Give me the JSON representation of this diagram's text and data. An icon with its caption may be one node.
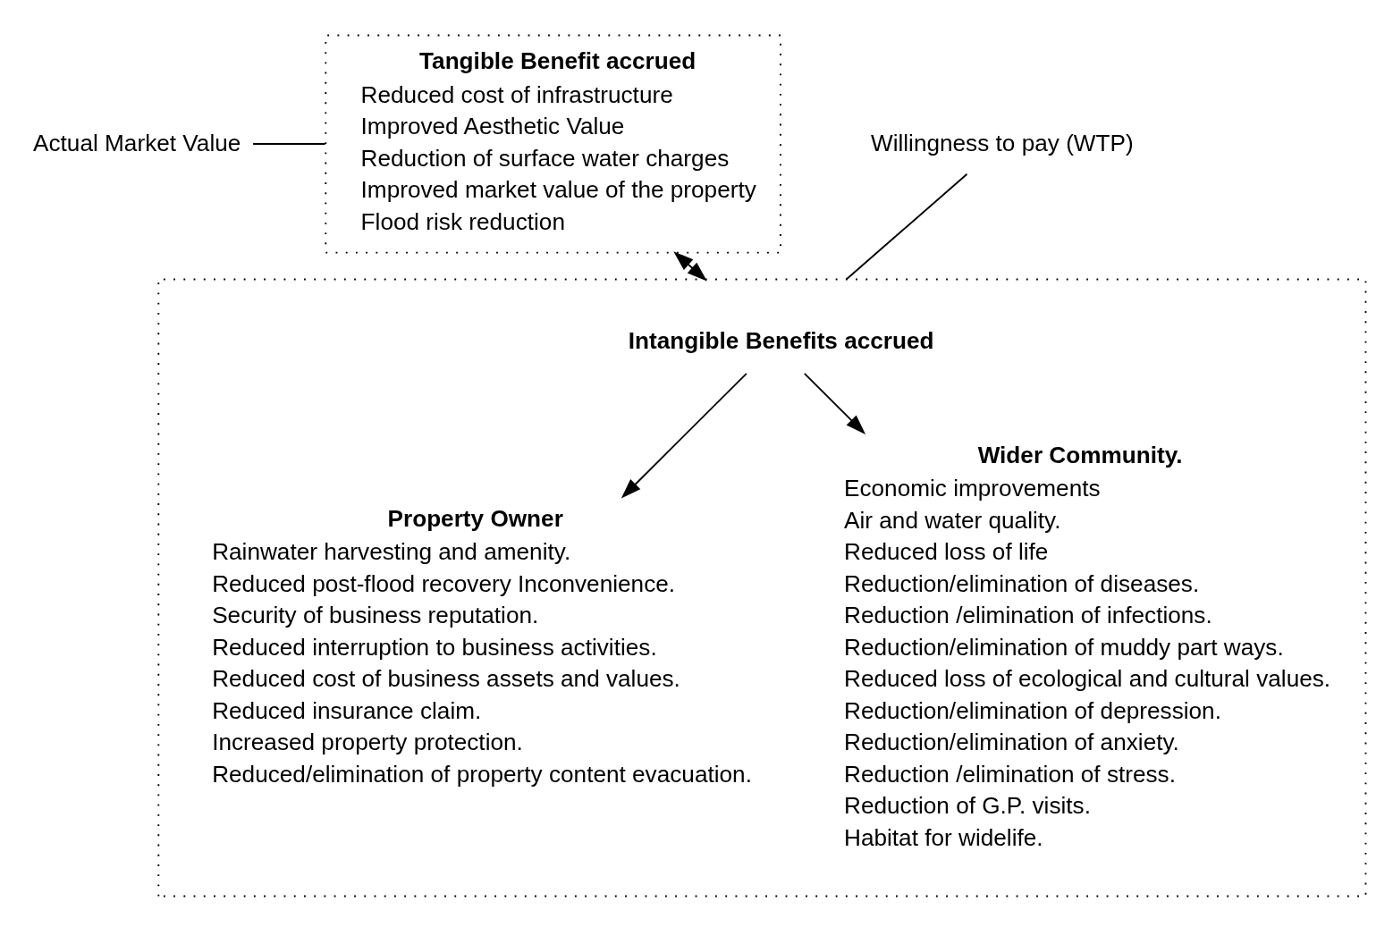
{
  "diagram": {
    "nodes": [
      {
        "text": [
          "Actual Market Value"
        ]
      },
      {
        "text": [
          "Tangible Benefit accrued",
          "Reduced cost of infrastructure",
          "Improved Aesthetic Value",
          "Reduction of surface water charges",
          "Improved market value of the property",
          "Flood risk reduction"
        ]
      },
      {
        "text": [
          "Willingness to pay (WTP)"
        ]
      },
      {
        "text": [],
        "shape": "box"
      },
      {
        "text": [
          "Intangible Benefits accrued"
        ],
        "in": 3
      },
      {
        "text": [
          "Property Owner",
          "Rainwater harvesting and amenity.",
          "Reduced post-flood recovery Inconvenience.",
          "Security of business reputation.",
          "Reduced interruption to business activities.",
          "Reduced cost of business assets and values.",
          "Reduced insurance claim.",
          "Increased property protection.",
          "Reduced/elimination of property content evacuation."
        ],
        "in": 3
      },
      {
        "text": [
          "Wider Community.",
          "Economic improvements",
          "Air and water quality.",
          "Reduced loss of life",
          "Reduction/elimination of diseases.",
          "Reduction /elimination of infections.",
          "Reduction/elimination of muddy part ways.",
          "Reduced loss of ecological and cultural values.",
          "Reduction/elimination of depression.",
          "Reduction/elimination of anxiety.",
          "Reduction /elimination of stress.",
          "Reduction of G.P. visits.",
          "Habitat for widelife."
        ],
        "in": 3
      }
    ],
    "edges": [
      {
        "from": 0,
        "to": 1,
        "arrow": "none"
      },
      {
        "from": 1,
        "to": 3,
        "arrow": "both"
      },
      {
        "from": 2,
        "to": 3,
        "arrow": "none"
      },
      {
        "from": 4,
        "to": 5,
        "arrow": "to"
      },
      {
        "from": 4,
        "to": 6,
        "arrow": "to"
      }
    ]
  }
}
